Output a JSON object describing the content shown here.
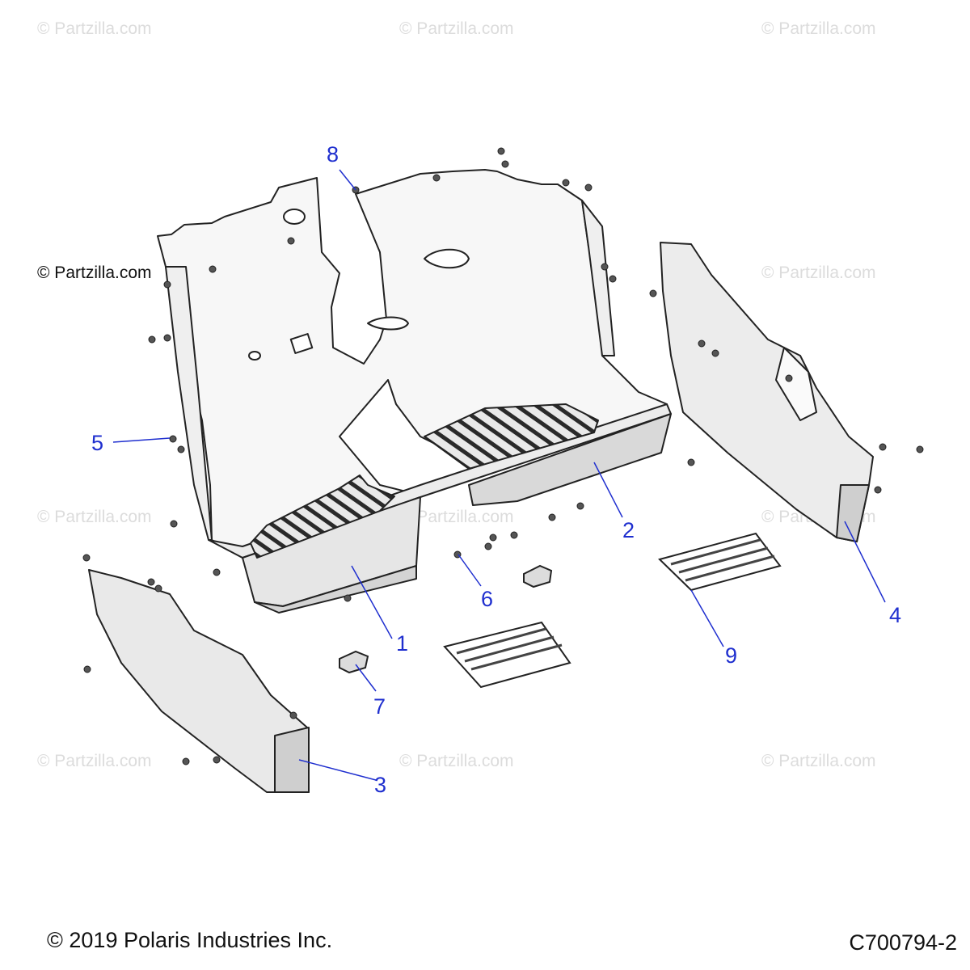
{
  "watermark": "© Partzilla.com",
  "copyright": "© 2019 Polaris Industries Inc.",
  "diagram_code": "C700794-2",
  "callout_color": "#1f2fcf",
  "callouts": [
    {
      "id": "1",
      "label": "1"
    },
    {
      "id": "2",
      "label": "2"
    },
    {
      "id": "3",
      "label": "3"
    },
    {
      "id": "4",
      "label": "4"
    },
    {
      "id": "5",
      "label": "5"
    },
    {
      "id": "6",
      "label": "6"
    },
    {
      "id": "7",
      "label": "7"
    },
    {
      "id": "8",
      "label": "8"
    },
    {
      "id": "9",
      "label": "9"
    }
  ]
}
